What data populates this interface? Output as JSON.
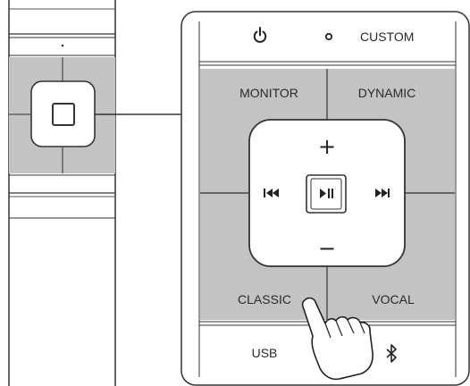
{
  "remote": {
    "top_row": {
      "power_icon": "power-icon",
      "indicator": "indicator-dot",
      "custom_label": "CUSTOM"
    },
    "preset_buttons": {
      "monitor": "MONITOR",
      "dynamic": "DYNAMIC",
      "classic": "CLASSIC",
      "vocal": "VOCAL"
    },
    "center_pad": {
      "plus_label": "+",
      "minus_label": "−",
      "prev_icon": "skip-previous-icon",
      "play_pause_icon": "play-pause-icon",
      "next_icon": "skip-next-icon"
    },
    "bottom_row": {
      "usb_label": "USB",
      "bluetooth_icon": "bluetooth-icon"
    },
    "pointer": "hand-pointer-icon"
  },
  "overview": {
    "small_center_button_icon": "square-icon"
  },
  "colors": {
    "panel_gray": "#c3c3c3",
    "line": "#333333",
    "background": "#ffffff"
  }
}
